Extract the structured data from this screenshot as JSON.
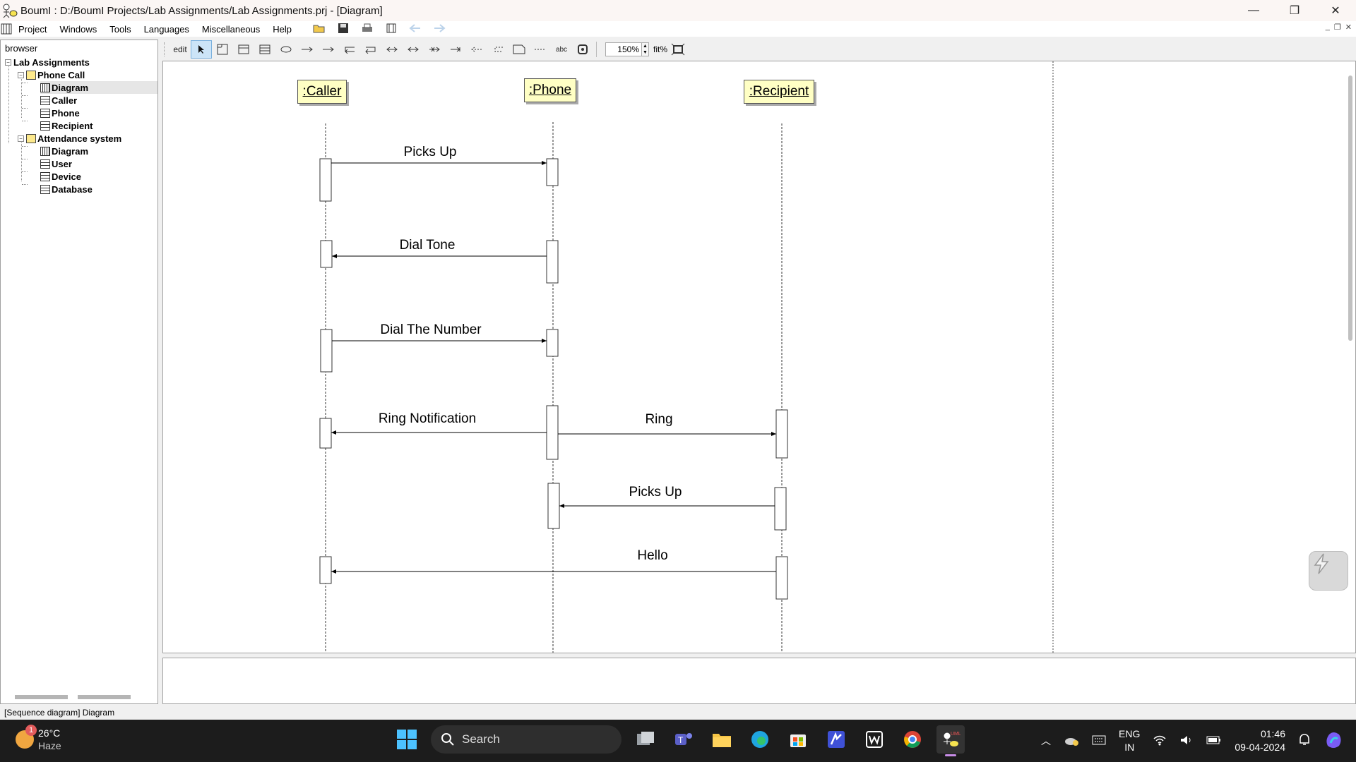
{
  "window": {
    "title": "BoumI : D:/BoumI Projects/Lab Assignments/Lab Assignments.prj - [Diagram]",
    "minimize": "—",
    "restore": "❐",
    "close": "✕"
  },
  "menu": {
    "items": [
      "Project",
      "Windows",
      "Tools",
      "Languages",
      "Miscellaneous",
      "Help"
    ]
  },
  "browser": {
    "header": "browser",
    "tree": {
      "root": "Lab Assignments",
      "pkg1": "Phone Call",
      "pkg1_items": [
        "Diagram",
        "Caller",
        "Phone",
        "Recipient"
      ],
      "pkg2": "Attendance system",
      "pkg2_items": [
        "Diagram",
        "User",
        "Device",
        "Database"
      ]
    }
  },
  "toolbar": {
    "edit": "edit",
    "zoom": "150%",
    "fit": "fit%",
    "abc": "abc"
  },
  "diagram": {
    "lifelines": [
      ":Caller",
      ":Phone",
      ":Recipient"
    ],
    "messages": [
      {
        "label": "Picks Up",
        "from": ":Caller",
        "to": ":Phone"
      },
      {
        "label": "Dial Tone",
        "from": ":Phone",
        "to": ":Caller"
      },
      {
        "label": "Dial The Number",
        "from": ":Caller",
        "to": ":Phone"
      },
      {
        "label": "Ring Notification",
        "from": ":Phone",
        "to": ":Caller"
      },
      {
        "label": "Ring",
        "from": ":Phone",
        "to": ":Recipient"
      },
      {
        "label": "Picks Up",
        "from": ":Recipient",
        "to": ":Phone"
      },
      {
        "label": "Hello",
        "from": ":Recipient",
        "to": ":Caller"
      }
    ]
  },
  "status": {
    "text": "[Sequence diagram] Diagram"
  },
  "taskbar": {
    "weather_temp": "26°C",
    "weather_desc": "Haze",
    "weather_badge": "1",
    "search_label": "Search",
    "lang_top": "ENG",
    "lang_bottom": "IN",
    "time": "01:46",
    "date": "09-04-2024"
  },
  "colors": {
    "lifeline_fill": "#ffffc4",
    "taskbar": "#1c1c1c"
  }
}
